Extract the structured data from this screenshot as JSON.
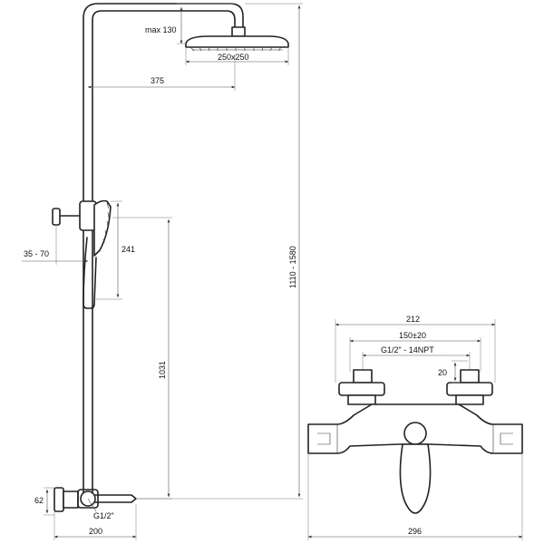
{
  "dimensions": {
    "max_head_height": "max 130",
    "head_size": "250x250",
    "arm_reach": "375",
    "holder_range": "35 - 70",
    "hand_shower_length": "241",
    "holder_height": "1031",
    "total_height": "1110 - 1580",
    "bottom_offset": "62",
    "connection_thread": "G1/2\"",
    "base_width": "200",
    "mixer_width": "212",
    "mixer_spacing": "150±20",
    "thread_spec": "G1/2\" - 14NPT",
    "eccentric_height": "20",
    "mixer_depth": "296"
  }
}
